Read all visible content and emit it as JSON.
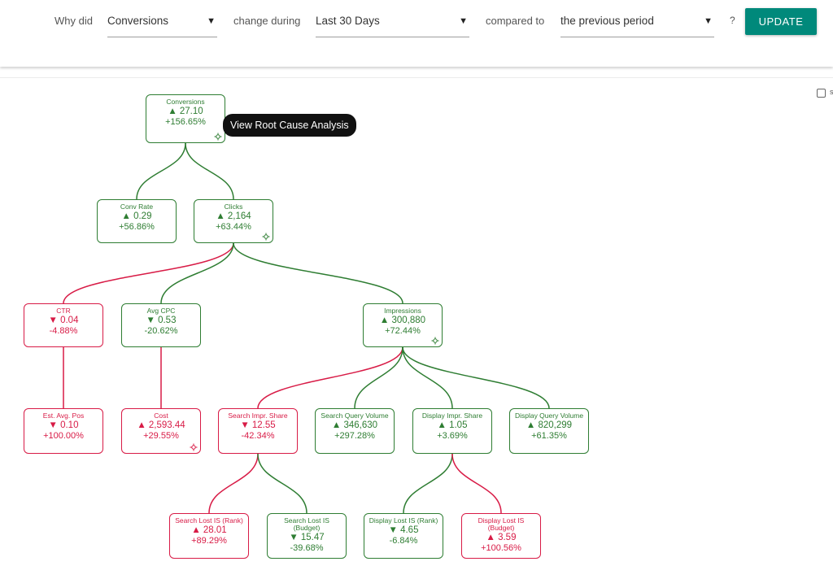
{
  "query": {
    "why_did_label": "Why did",
    "metric": "Conversions",
    "change_during_label": "change during",
    "period": "Last 30 Days",
    "compared_to_label": "compared to",
    "comparison": "the previous period",
    "arrow": "▼",
    "help": "?",
    "update_label": "UPDATE"
  },
  "tooltip": "View Root Cause Analysis",
  "checkbox_label": "s",
  "colors": {
    "up": "#2e7d32",
    "down": "#d81b46",
    "accent": "#00897b"
  },
  "tree": {
    "nodes": [
      {
        "id": "conversions",
        "name": "Conversions",
        "change": "▲ 27.10",
        "pct": "+156.65%",
        "dir": "up",
        "rca": true
      },
      {
        "id": "conv_rate",
        "name": "Conv Rate",
        "change": "▲ 0.29",
        "pct": "+56.86%",
        "dir": "up",
        "rca": false
      },
      {
        "id": "clicks",
        "name": "Clicks",
        "change": "▲ 2,164",
        "pct": "+63.44%",
        "dir": "up",
        "rca": true
      },
      {
        "id": "ctr",
        "name": "CTR",
        "change": "▼ 0.04",
        "pct": "-4.88%",
        "dir": "down",
        "rca": false
      },
      {
        "id": "avg_cpc",
        "name": "Avg CPC",
        "change": "▼ 0.53",
        "pct": "-20.62%",
        "dir": "up",
        "rca": false
      },
      {
        "id": "impressions",
        "name": "Impressions",
        "change": "▲ 300,880",
        "pct": "+72.44%",
        "dir": "up",
        "rca": true
      },
      {
        "id": "est_avg_pos",
        "name": "Est. Avg. Pos",
        "change": "▼ 0.10",
        "pct": "+100.00%",
        "dir": "down",
        "rca": false
      },
      {
        "id": "cost",
        "name": "Cost",
        "change": "▲ 2,593.44",
        "pct": "+29.55%",
        "dir": "down",
        "rca": true
      },
      {
        "id": "search_impr_share",
        "name": "Search Impr. Share",
        "change": "▼ 12.55",
        "pct": "-42.34%",
        "dir": "down",
        "rca": false
      },
      {
        "id": "search_query_volume",
        "name": "Search Query Volume",
        "change": "▲ 346,630",
        "pct": "+297.28%",
        "dir": "up",
        "rca": false
      },
      {
        "id": "display_impr_share",
        "name": "Display Impr. Share",
        "change": "▲ 1.05",
        "pct": "+3.69%",
        "dir": "up",
        "rca": false
      },
      {
        "id": "display_query_volume",
        "name": "Display Query Volume",
        "change": "▲ 820,299",
        "pct": "+61.35%",
        "dir": "up",
        "rca": false
      },
      {
        "id": "search_lost_is_rank",
        "name": "Search Lost IS (Rank)",
        "change": "▲ 28.01",
        "pct": "+89.29%",
        "dir": "down",
        "rca": false
      },
      {
        "id": "search_lost_is_budget",
        "name": "Search Lost IS (Budget)",
        "change": "▼ 15.47",
        "pct": "-39.68%",
        "dir": "up",
        "rca": false
      },
      {
        "id": "display_lost_is_rank",
        "name": "Display Lost IS (Rank)",
        "change": "▼ 4.65",
        "pct": "-6.84%",
        "dir": "up",
        "rca": false
      },
      {
        "id": "display_lost_is_budget",
        "name": "Display Lost IS (Budget)",
        "change": "▲ 3.59",
        "pct": "+100.56%",
        "dir": "down",
        "rca": false
      }
    ],
    "edges": [
      {
        "from": "conversions",
        "to": "conv_rate",
        "dir": "up"
      },
      {
        "from": "conversions",
        "to": "clicks",
        "dir": "up"
      },
      {
        "from": "clicks",
        "to": "ctr",
        "dir": "down"
      },
      {
        "from": "clicks",
        "to": "avg_cpc",
        "dir": "up"
      },
      {
        "from": "clicks",
        "to": "impressions",
        "dir": "up"
      },
      {
        "from": "ctr",
        "to": "est_avg_pos",
        "dir": "down"
      },
      {
        "from": "avg_cpc",
        "to": "cost",
        "dir": "down"
      },
      {
        "from": "impressions",
        "to": "search_impr_share",
        "dir": "down"
      },
      {
        "from": "impressions",
        "to": "search_query_volume",
        "dir": "up"
      },
      {
        "from": "impressions",
        "to": "display_impr_share",
        "dir": "up"
      },
      {
        "from": "impressions",
        "to": "display_query_volume",
        "dir": "up"
      },
      {
        "from": "search_impr_share",
        "to": "search_lost_is_rank",
        "dir": "down"
      },
      {
        "from": "search_impr_share",
        "to": "search_lost_is_budget",
        "dir": "up"
      },
      {
        "from": "display_impr_share",
        "to": "display_lost_is_rank",
        "dir": "up"
      },
      {
        "from": "display_impr_share",
        "to": "display_lost_is_budget",
        "dir": "down"
      }
    ]
  }
}
